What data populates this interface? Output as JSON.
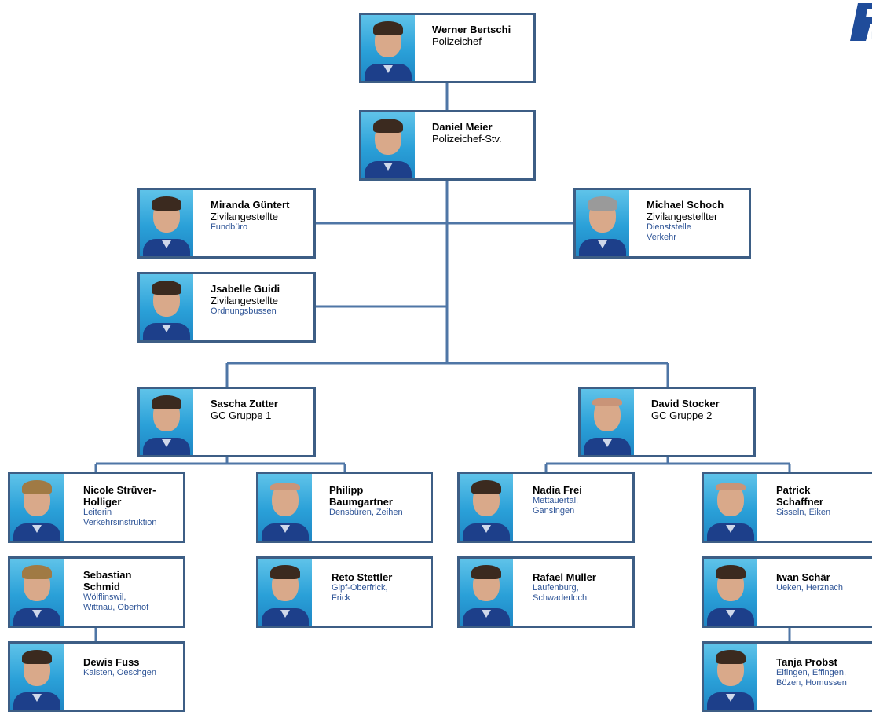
{
  "colors": {
    "border": "#3d5e85",
    "connector": "#4f76a6",
    "sub_text": "#2f5597",
    "logo": "#1f4c9a"
  },
  "logo": {
    "text": "F"
  },
  "people": {
    "bertschi": {
      "name": "Werner Bertschi",
      "role": "Polizeichef"
    },
    "meier": {
      "name": "Daniel Meier",
      "role": "Polizeichef-Stv."
    },
    "guentert": {
      "name": "Miranda Güntert",
      "role": "Zivilangestellte",
      "sub": "Fundbüro"
    },
    "schoch": {
      "name": "Michael Schoch",
      "role": "Zivilangestellter",
      "sub1": "Dienststelle",
      "sub2": "Verkehr"
    },
    "guidi": {
      "name": "Jsabelle Guidi",
      "role": "Zivilangestellte",
      "sub": "Ordnungsbussen"
    },
    "zutter": {
      "name": "Sascha Zutter",
      "role": "GC Gruppe 1"
    },
    "stocker": {
      "name": "David Stocker",
      "role": "GC Gruppe 2"
    },
    "struever": {
      "name1": "Nicole Strüver-",
      "name2": "Holliger",
      "sub1": "Leiterin",
      "sub2": "Verkehrsinstruktion"
    },
    "baumgartner": {
      "name1": "Philipp",
      "name2": "Baumgartner",
      "sub": "Densbüren, Zeihen"
    },
    "frei": {
      "name": "Nadia Frei",
      "sub1": "Mettauertal,",
      "sub2": "Gansingen"
    },
    "schaffner": {
      "name1": "Patrick",
      "name2": "Schaffner",
      "sub": "Sisseln, Eiken"
    },
    "schmid": {
      "name1": "Sebastian",
      "name2": "Schmid",
      "sub1": "Wölflinswil,",
      "sub2": "Wittnau, Oberhof"
    },
    "stettler": {
      "name": "Reto Stettler",
      "sub1": "Gipf-Oberfrick,",
      "sub2": "Frick"
    },
    "mueller": {
      "name": "Rafael Müller",
      "sub1": "Laufenburg,",
      "sub2": "Schwaderloch"
    },
    "schaer": {
      "name": "Iwan Schär",
      "sub": "Ueken, Herznach"
    },
    "fuss": {
      "name": "Dewis Fuss",
      "sub": "Kaisten, Oeschgen"
    },
    "probst": {
      "name": "Tanja Probst",
      "sub1": "Elfingen, Effingen,",
      "sub2": "Bözen, Homussen"
    }
  }
}
